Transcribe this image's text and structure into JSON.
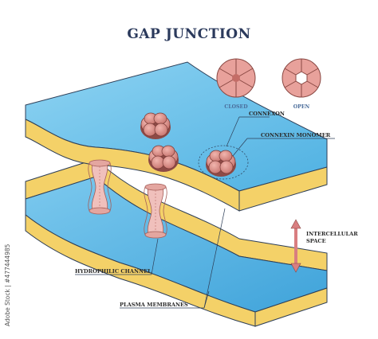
{
  "title": "GAP JUNCTION",
  "states": {
    "closed": "CLOSED",
    "open": "OPEN"
  },
  "labels": {
    "connexon": "CONNEXON",
    "connexin_monomer": "CONNEXIN MONOMER",
    "intercellular_space_line1": "INTERCELLULAR",
    "intercellular_space_line2": "SPACE",
    "hydrophilic_channel": "HYDROPHILIC CHANNEL",
    "plasma_membranes": "PLASMA MEMBRANES"
  },
  "credit": "Adobe Stock | #477444985",
  "colors": {
    "membrane_top": "#6fc2ea",
    "membrane_side": "#f4d168",
    "connexon_fill": "#d8928c",
    "connexon_dark": "#a85a55",
    "channel_fill": "#f0c0bc",
    "title": "#2b3a5c",
    "arrow": "#d97e80"
  }
}
